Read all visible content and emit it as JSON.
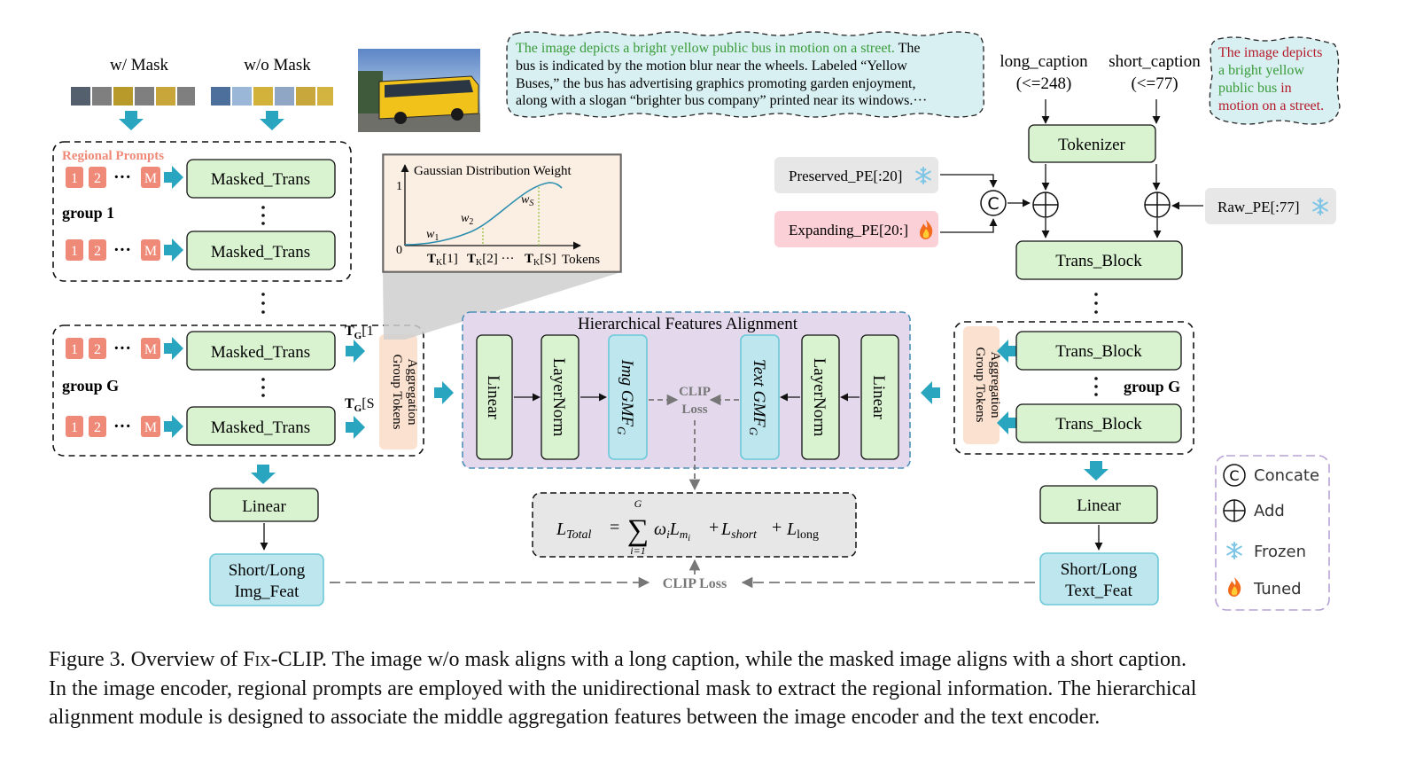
{
  "colors": {
    "green_fill": "#d9f2d0",
    "blue_fill": "#bde6ee",
    "cyan_stroke": "#6cc9d9",
    "peach_fill": "#fbe1cf",
    "pink_fill": "#fbd0d7",
    "gray_fill": "#e7e7e7",
    "purple_fill": "#e3d8ec",
    "prompt_fill": "#f08a78",
    "arrow_teal": "#2aa5c0",
    "caption_green": "#3a9b3a",
    "caption_red": "#b51a2a"
  },
  "top_images": {
    "with_mask": "w/ Mask",
    "without_mask": "w/o Mask"
  },
  "image_encoder": {
    "regional_prompts": "Regional Prompts",
    "group_1": "group 1",
    "group_g": "group G",
    "prompt_1": "1",
    "prompt_2": "2",
    "prompt_dots": "···",
    "prompt_m": "M",
    "masked_trans": "Masked_Trans",
    "tg_first": "T",
    "tg_first_sub": "G",
    "tg_first_idx": "[1",
    "tg_last": "T",
    "tg_last_sub": "G",
    "tg_last_idx": "[S",
    "group_tokens_line1": "Group Tokens",
    "group_tokens_line2": "Aggregation",
    "linear": "Linear",
    "feat_line1": "Short/Long",
    "feat_line2": "Img_Feat"
  },
  "gaussian_inset": {
    "title": "Gaussian Distribution Weight",
    "y_one": "1",
    "y_zero": "0",
    "w1": "w",
    "w1_sub": "1",
    "w2": "w",
    "w2_sub": "2",
    "ws": "w",
    "ws_sub": "S",
    "tk1": "T",
    "tk1_sub": "K",
    "tk1_idx": "[1]",
    "tk2": "T",
    "tk2_sub": "K",
    "tk2_idx": "[2] ···",
    "tks": "T",
    "tks_sub": "K",
    "tks_idx": "[S]",
    "x_label": "Tokens"
  },
  "long_caption_box": {
    "green_part": "The image depicts a bright yellow public bus in motion on a street.",
    "line1_rest": " The",
    "line2": "bus is indicated by the motion blur near the wheels. Labeled “Yellow",
    "line3": "Buses,” the bus has advertising graphics promoting garden enjoyment,",
    "line4": "along with a slogan “brighter bus company” printed near its windows.···"
  },
  "short_caption_box": {
    "line1": "The image depicts",
    "line2": "a bright yellow",
    "line3": "public bus",
    "line3_rest": " in",
    "line4": "motion on a street."
  },
  "text_encoder": {
    "long_caption": "long_caption",
    "long_limit": "(<=248)",
    "short_caption": "short_caption",
    "short_limit": "(<=77)",
    "tokenizer": "Tokenizer",
    "preserved_pe": "Preserved_PE[:20]",
    "expanding_pe": "Expanding_PE[20:]",
    "raw_pe": "Raw_PE[:77]",
    "concat_symbol": "C",
    "trans_block": "Trans_Block",
    "group_g": "group G",
    "group_tokens_line1": "Group Tokens",
    "group_tokens_line2": "Aggregation",
    "linear": "Linear",
    "feat_line1": "Short/Long",
    "feat_line2": "Text_Feat"
  },
  "alignment": {
    "title": "Hierarchical Features Alignment",
    "linear": "Linear",
    "layernorm": "LayerNorm",
    "img_gmf": "Img GMF",
    "img_gmf_sub": "G",
    "text_gmf": "Text GMF",
    "text_gmf_sub": "G",
    "clip_loss_line1": "CLIP",
    "clip_loss_line2": "Loss"
  },
  "loss": {
    "l_total": "L",
    "l_total_sub": "Total",
    "equals": "=",
    "sum_top": "G",
    "sum_symbol": "∑",
    "sum_bottom": "i=1",
    "omega": "ω",
    "omega_sub": "i",
    "lm": "L",
    "lm_sub": "m",
    "lm_subsub": "i",
    "plus1": "+",
    "l_short": "L",
    "l_short_sub": "short",
    "plus2": "+",
    "l_long": "L",
    "l_long_sub": "long",
    "clip_loss": "CLIP Loss"
  },
  "legend": {
    "concat_symbol": "C",
    "concat": "Concate",
    "add": "Add",
    "frozen": "Frozen",
    "tuned": "Tuned"
  },
  "figure_caption": {
    "line1_a": "Figure 3. Overview of F",
    "line1_sc": "ix",
    "line1_b": "-CLIP. The image w/o mask aligns with a long caption, while the masked image aligns with a short caption.",
    "line2": "In the image encoder, regional prompts are employed with the unidirectional mask to extract the regional information. The hierarchical",
    "line3": "alignment module is designed to associate the middle aggregation features between the image encoder and the text encoder."
  }
}
